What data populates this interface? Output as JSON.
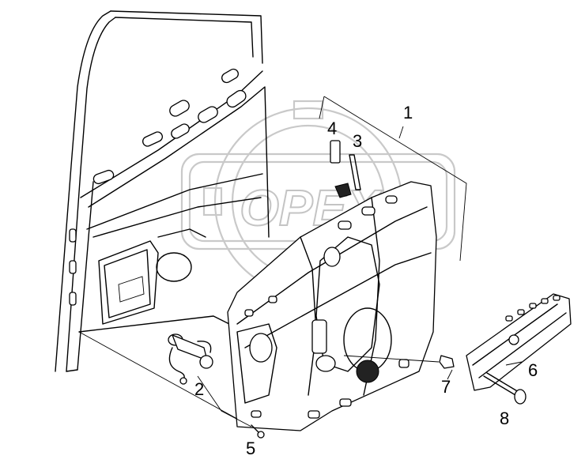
{
  "diagram": {
    "callouts": [
      {
        "id": "1",
        "label": "1"
      },
      {
        "id": "2",
        "label": "2"
      },
      {
        "id": "3",
        "label": "3"
      },
      {
        "id": "4",
        "label": "4"
      },
      {
        "id": "5",
        "label": "5"
      },
      {
        "id": "6",
        "label": "6"
      },
      {
        "id": "7",
        "label": "7"
      },
      {
        "id": "8",
        "label": "8"
      }
    ],
    "watermark": {
      "text": "OPEX"
    }
  }
}
